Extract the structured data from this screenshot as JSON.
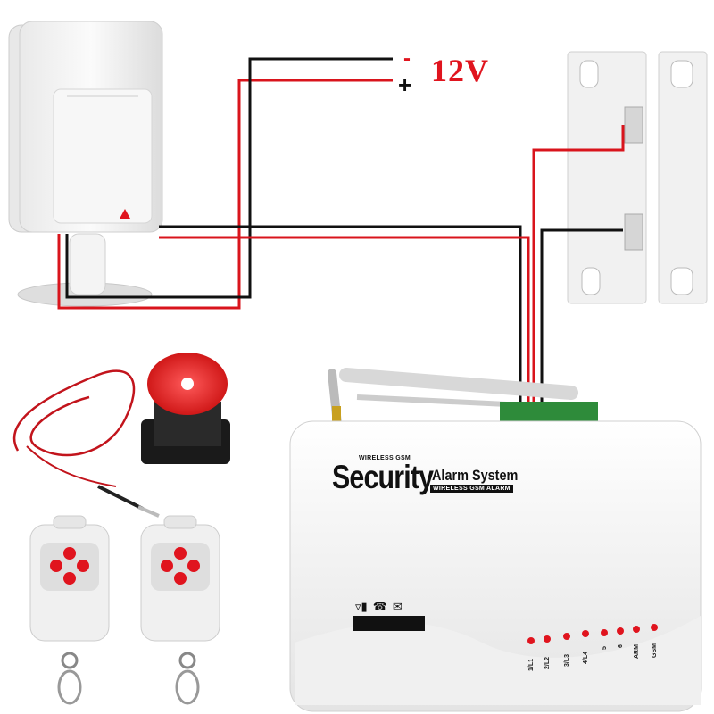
{
  "voltage": {
    "label": "12V",
    "minus_sign": "-",
    "plus_sign": "+",
    "color": "#e0141e"
  },
  "panel": {
    "brand_top": "WIRELESS GSM",
    "brand_main": "Security",
    "brand_alarm": "Alarm System",
    "brand_sub": "WIRELESS GSM ALARM",
    "status_icons": [
      "signal-icon",
      "phone-icon",
      "envelope-icon"
    ],
    "zones": [
      "1/L1",
      "2/L2",
      "3/L3",
      "4/L4",
      "5",
      "6",
      "ARM",
      "GSM"
    ]
  },
  "colors": {
    "wire_red": "#d9141c",
    "wire_black": "#111111",
    "terminal_green": "#2e8b3a",
    "device_body": "#f2f2f2"
  }
}
